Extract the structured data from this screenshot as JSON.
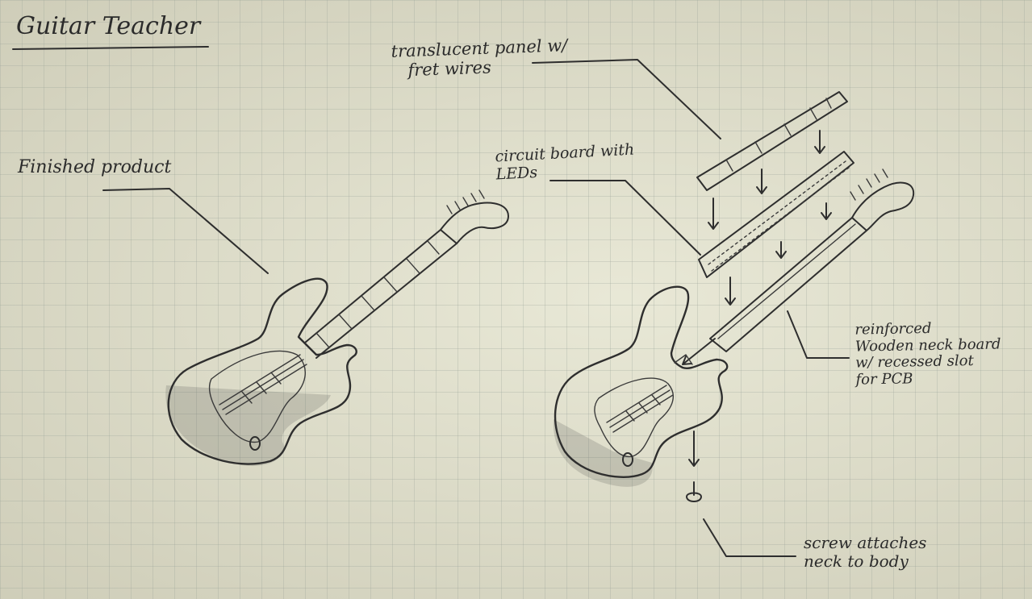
{
  "title": "Guitar Teacher",
  "labels": {
    "finished_product": "Finished product",
    "translucent_panel": "translucent panel w/\n   fret wires",
    "circuit_board": "circuit board with\nLEDs",
    "neck_board": "reinforced\nWooden neck board\nw/ recessed slot\nfor PCB",
    "screw": "screw attaches\nneck to body"
  },
  "colors": {
    "paper": "#dddcc6",
    "grid": "#96a096",
    "pencil": "#2e2e2e"
  }
}
